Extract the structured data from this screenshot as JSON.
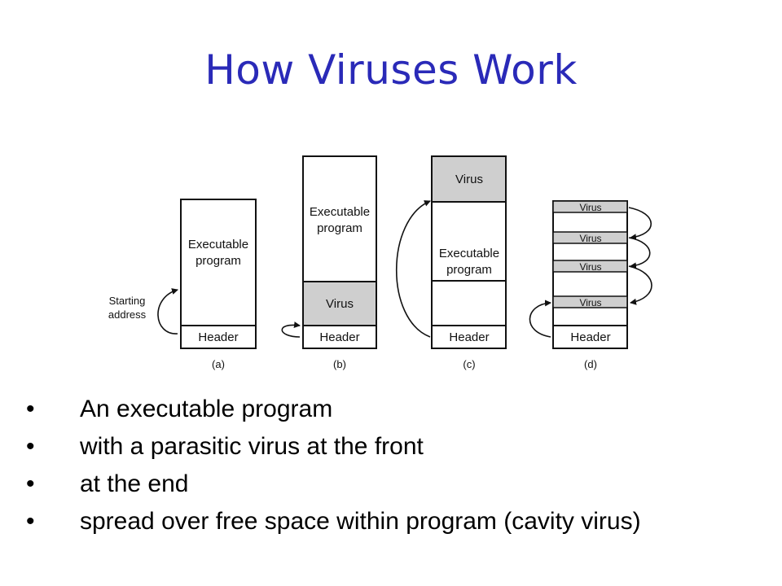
{
  "slide": {
    "title": "How Viruses Work",
    "bullets": [
      "An executable program",
      "with a parasitic virus at the front",
      "at the end",
      "spread over free space within program (cavity virus)"
    ]
  },
  "diagram": {
    "labels": {
      "header": "Header",
      "exec_line1": "Executable",
      "exec_line2": "program",
      "virus": "Virus",
      "starting_line1": "Starting",
      "starting_line2": "address"
    },
    "captions": [
      "(a)",
      "(b)",
      "(c)",
      "(d)"
    ],
    "colors": {
      "virus_fill": "#cfcfcf",
      "title": "#2a2ab8"
    }
  }
}
